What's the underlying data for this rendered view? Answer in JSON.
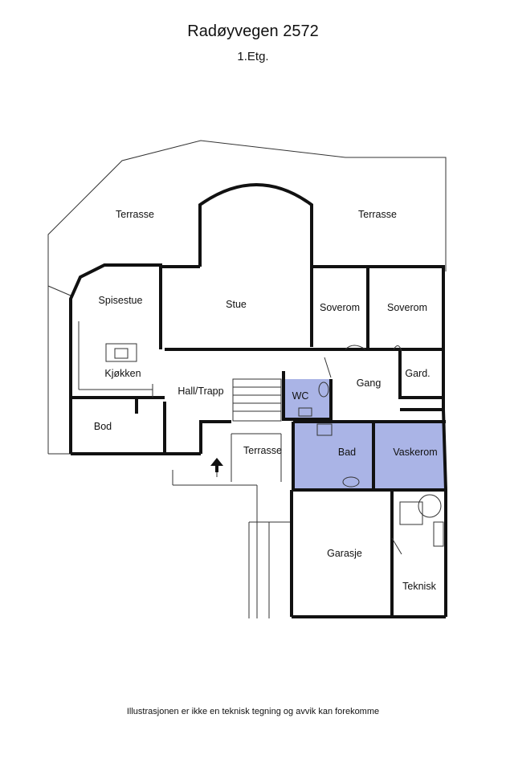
{
  "header": {
    "title": "Radøyvegen 2572",
    "subtitle": "1.Etg."
  },
  "footer": {
    "disclaimer": "Illustrasjonen er ikke en teknisk tegning og avvik kan forekomme"
  },
  "rooms": {
    "terrasse_left": "Terrasse",
    "terrasse_right": "Terrasse",
    "spisestue": "Spisestue",
    "stue": "Stue",
    "soverom_1": "Soverom",
    "soverom_2": "Soverom",
    "kjokken": "Kjøkken",
    "hall_trapp": "Hall/Trapp",
    "wc": "WC",
    "gang": "Gang",
    "gard": "Gard.",
    "bod": "Bod",
    "bad": "Bad",
    "vaskerom": "Vaskerom",
    "terrasse_front": "Terrasse",
    "garasje": "Garasje",
    "teknisk": "Teknisk"
  },
  "colors": {
    "wet_room_fill": "#aab4e6",
    "wall": "#111111",
    "thin_line": "#333333"
  }
}
